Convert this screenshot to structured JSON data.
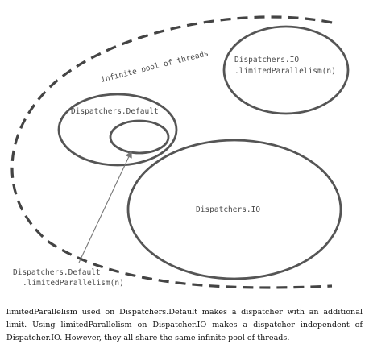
{
  "diagram": {
    "pool_label": "infinite pool of threads",
    "io_limited_label_line1": "Dispatchers.IO",
    "io_limited_label_line2": ".limitedParallelism(n)",
    "default_label": "Dispatchers.Default",
    "io_label": "Dispatchers.IO",
    "default_limited_label_line1": "Dispatchers.Default",
    "default_limited_label_line2": ".limitedParallelism(n)"
  },
  "caption": "limitedParallelism used on Dispatchers.Default makes a dispatcher with an additional limit. Using limitedParallelism on Dispatcher.IO makes a dispatcher independent of Dispatcher.IO. However, they all share the same infinite pool of threads.",
  "colors": {
    "stroke": "#555555",
    "dashed_stroke": "#444444",
    "arrow": "#777777"
  }
}
